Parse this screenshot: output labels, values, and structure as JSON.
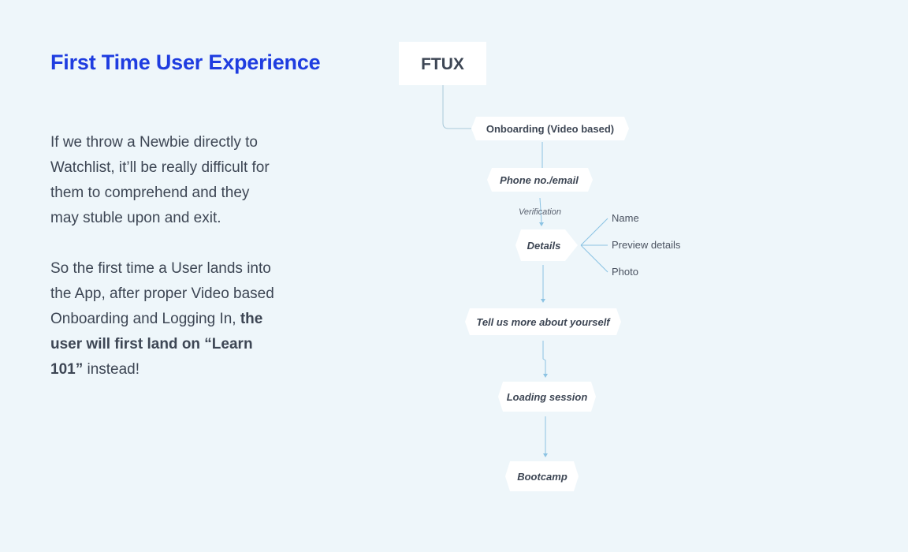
{
  "heading": "First Time User Experience",
  "paragraphs": {
    "p1": "If we throw a Newbie directly to Watchlist, it’ll be really difficult for them to comprehend and they may stuble upon and exit.",
    "p2_prefix": "So the first time a User lands into the App, after proper Video based Onboarding and Logging In, ",
    "p2_bold": "the user will first land on “Learn 101”",
    "p2_suffix": " instead!"
  },
  "flowchart": {
    "root": "FTUX",
    "nodes": {
      "onboarding": "Onboarding (Video based)",
      "phone": "Phone no./email",
      "details": "Details",
      "tell_us": "Tell us more about yourself",
      "loading": "Loading session",
      "bootcamp": "Bootcamp"
    },
    "edge_labels": {
      "verification": "Verification"
    },
    "branches": {
      "name": "Name",
      "preview": "Preview details",
      "photo": "Photo"
    }
  },
  "colors": {
    "background": "#eef6fa",
    "heading": "#1f3de0",
    "text": "#3d4654",
    "connector": "#8cc3e3",
    "node_fill": "#ffffff"
  }
}
